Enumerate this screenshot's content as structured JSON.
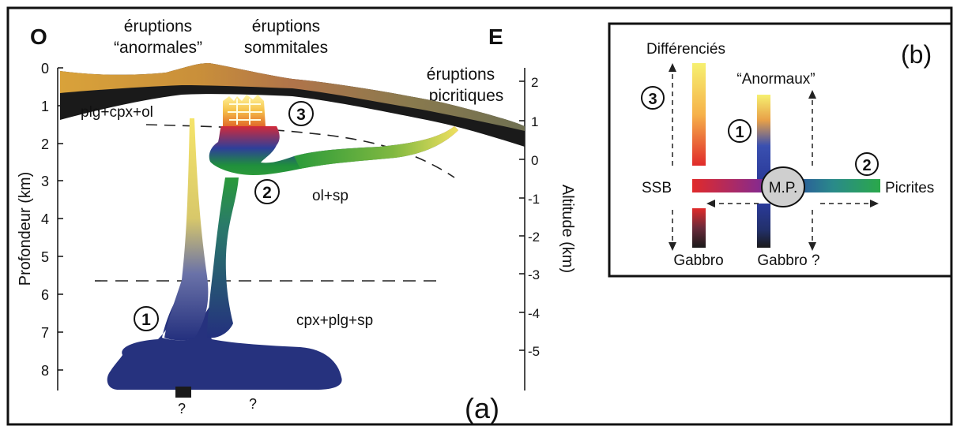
{
  "panel_a": {
    "letter": "(a)",
    "west": "O",
    "east": "E",
    "eruption_anormal_1": "éruptions",
    "eruption_anormal_2": "“anormales”",
    "eruption_sommital_1": "éruptions",
    "eruption_sommital_2": "sommitales",
    "eruption_picrit_1": "éruptions",
    "eruption_picrit_2": "picritiques",
    "left_axis_label": "Profondeur (km)",
    "right_axis_label": "Altitude (km)",
    "depth_ticks": [
      "0",
      "1",
      "2",
      "3",
      "4",
      "5",
      "6",
      "7",
      "8"
    ],
    "altitude_ticks": [
      "2",
      "1",
      "0",
      "-1",
      "-2",
      "-3",
      "-4",
      "-5"
    ],
    "assemblage_shallow": "plg+cpx+ol",
    "assemblage_mid": "ol+sp",
    "assemblage_deep": "cpx+plg+sp",
    "marker_1": "1",
    "marker_2": "2",
    "marker_3": "3",
    "unknown_1": "?",
    "unknown_2": "?"
  },
  "panel_b": {
    "letter": "(b)",
    "differencies": "Différenciés",
    "anormaux": "“Anormaux”",
    "ssb": "SSB",
    "mp": "M.P.",
    "picrites": "Picrites",
    "gabbro_left": "Gabbro",
    "gabbro_right": "Gabbro ?",
    "marker_1": "1",
    "marker_2": "2",
    "marker_3": "3"
  }
}
